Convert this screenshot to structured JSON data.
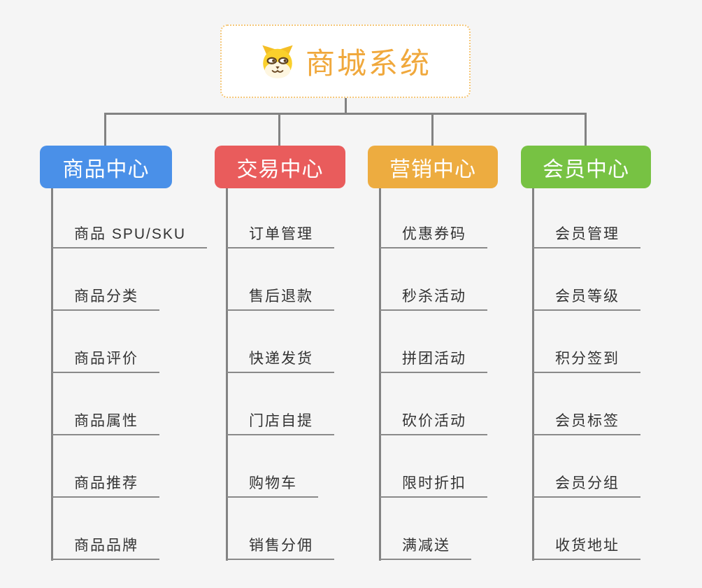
{
  "root": {
    "title": "商城系统",
    "icon": "dog-face-icon"
  },
  "branches": [
    {
      "label": "商品中心",
      "color": "#4a90e8",
      "items": [
        "商品 SPU/SKU",
        "商品分类",
        "商品评价",
        "商品属性",
        "商品推荐",
        "商品品牌"
      ]
    },
    {
      "label": "交易中心",
      "color": "#e95c5c",
      "items": [
        "订单管理",
        "售后退款",
        "快递发货",
        "门店自提",
        "购物车",
        "销售分佣"
      ]
    },
    {
      "label": "营销中心",
      "color": "#edac40",
      "items": [
        "优惠券码",
        "秒杀活动",
        "拼团活动",
        "砍价活动",
        "限时折扣",
        "满减送"
      ]
    },
    {
      "label": "会员中心",
      "color": "#77c243",
      "items": [
        "会员管理",
        "会员等级",
        "积分签到",
        "会员标签",
        "会员分组",
        "收货地址"
      ]
    }
  ],
  "colors": {
    "background": "#f5f5f5",
    "connector": "#828282",
    "underline": "#8a8a8a",
    "root_border": "#f5c778",
    "root_text": "#f0a83c",
    "leaf_text": "#333333",
    "branch_product": "#4a90e8",
    "branch_trade": "#e95c5c",
    "branch_marketing": "#edac40",
    "branch_member": "#77c243"
  }
}
